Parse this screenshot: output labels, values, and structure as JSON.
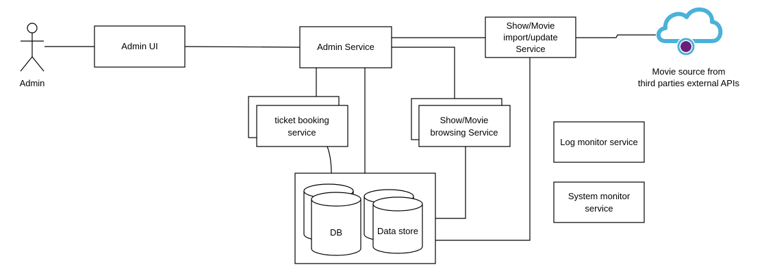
{
  "actor": {
    "label": "Admin"
  },
  "nodes": {
    "admin_ui": {
      "label": "Admin UI"
    },
    "admin_service": {
      "label": "Admin Service"
    },
    "import_service": {
      "lines": [
        "Show/Movie",
        "import/update",
        "Service"
      ]
    },
    "ticket_booking": {
      "lines": [
        "ticket booking",
        "service"
      ]
    },
    "browsing": {
      "lines": [
        "Show/Movie",
        "browsing Service"
      ]
    },
    "log_monitor": {
      "label": "Log monitor service"
    },
    "system_monitor": {
      "lines": [
        "System monitor",
        "service"
      ]
    },
    "db": {
      "label": "DB"
    },
    "data_store": {
      "label": "Data store"
    },
    "movie_source": {
      "lines": [
        "Movie source from",
        "third parties external APIs"
      ]
    }
  },
  "colors": {
    "cloud": "#4ab2d8",
    "cloud_dot": "#6b1f7a",
    "stroke": "#000000"
  },
  "icons": {
    "actor": "stick-figure-icon",
    "cloud": "cloud-icon"
  }
}
